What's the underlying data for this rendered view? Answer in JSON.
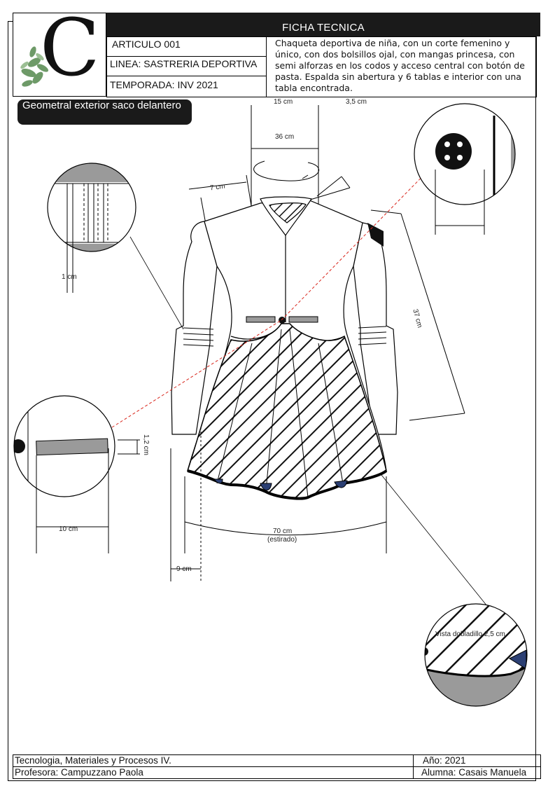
{
  "header": {
    "title": "FICHA TECNICA",
    "logo_letter": "C",
    "article": "ARTICULO 001",
    "line": "LINEA:  SASTRERIA DEPORTIVA",
    "season": "TEMPORADA:  INV  2021",
    "description": "Chaqueta deportiva de niña, con un corte femenino y único, con dos bolsillos ojal, con mangas princesa, con semi alforzas en los codos y acceso central con botón de pasta. Espalda sin abertura y 6 tablas e interior con una tabla encontrada."
  },
  "view_label": "Geometral exterior saco delantero",
  "dimensions": {
    "collar_top": "15 cm",
    "collar_side": "3,5 cm",
    "neck": "36 cm",
    "shoulder": "7 cm",
    "sleeve_length": "37 cm",
    "pleat_spacing": "1 cm",
    "pocket_height": "1,2 cm",
    "pocket_width": "10 cm",
    "hem_width": "70 cm",
    "hem_note": "(estirado)",
    "hem_offset": "9 cm",
    "facing": "Vista dobladillo  2,5 cm"
  },
  "footer": {
    "course": "Tecnologia, Materiales  y Procesos IV.",
    "professor": "Profesora: Campuzzano Paola",
    "year": "Año:  2021",
    "student": "Alumna:  Casais Manuela"
  },
  "colors": {
    "dark": "#1a1a1a",
    "pocket_gray": "#9a9a9a",
    "navy": "#2b3f73",
    "leaf_green": "#6e9a68",
    "guide_red": "#d9261c"
  }
}
